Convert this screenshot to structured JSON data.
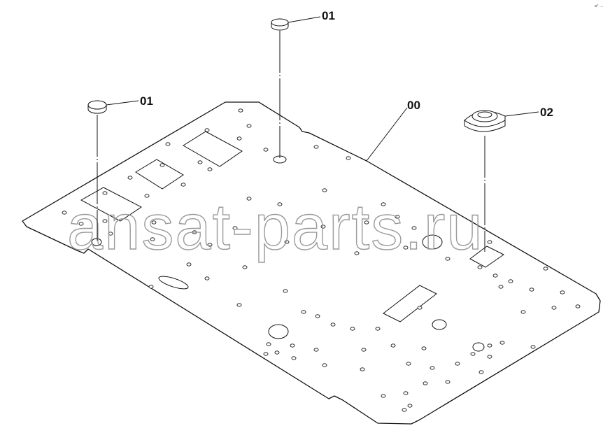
{
  "diagram": {
    "callouts": {
      "plate": "00",
      "plug_top": "01",
      "plug_left": "01",
      "grommet": "02"
    },
    "watermark": "ansat-parts.ru",
    "corner_mark": "a° …"
  },
  "colors": {
    "line": "#111111",
    "watermark": "#9a9a9a",
    "background": "#ffffff"
  }
}
